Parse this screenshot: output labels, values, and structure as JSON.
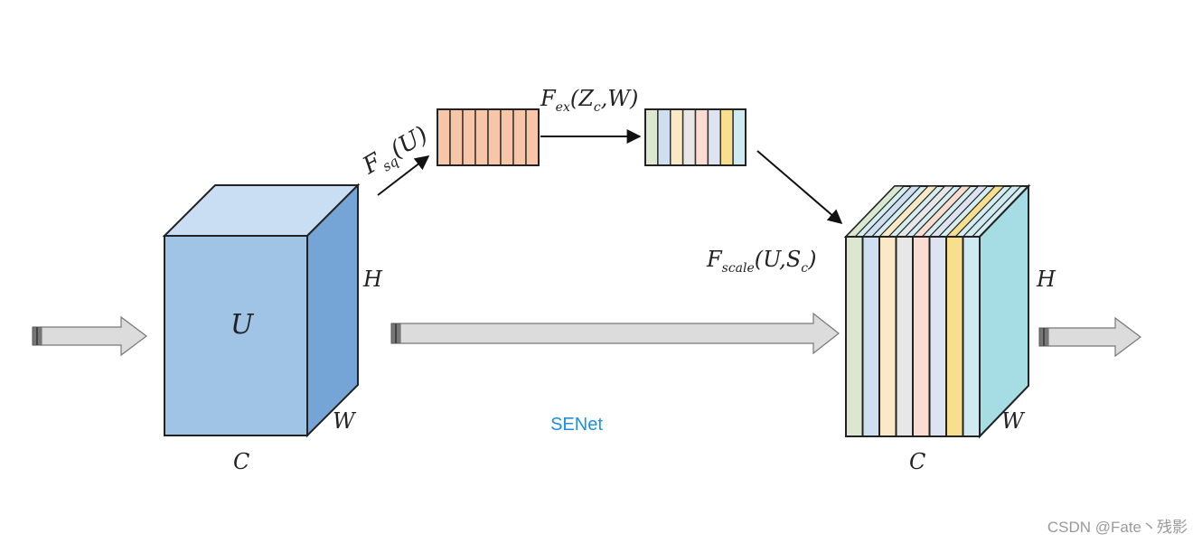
{
  "colors": {
    "cube_front": "#9fc4e6",
    "cube_top": "#c9def2",
    "cube_side": "#74a5d6",
    "squeeze_bar": "#f7c6a8",
    "scaled_top": "#d4eef1",
    "scaled_side": "#a6dce4",
    "arrow_fill": "#dcdcdc",
    "caption": "#1e8fe1"
  },
  "excite_colors": [
    "#dbe8cf",
    "#cfdff2",
    "#fbe8c4",
    "#e7e7e7",
    "#fbdcd0",
    "#dde3f1",
    "#f9de8d",
    "#cfeaf0"
  ],
  "scaled_slice_colors": [
    "#dbe8cf",
    "#cfdff2",
    "#fbe8c4",
    "#e7e7e7",
    "#fbdcd0",
    "#dde3f1",
    "#f9de8d",
    "#cfeaf0"
  ],
  "labels": {
    "input_tensor": "U",
    "height": "H",
    "width": "W",
    "channels": "C",
    "f_sq_main": "F",
    "f_sq_sub": "sq",
    "f_sq_arg": "(U)",
    "f_ex_main": "F",
    "f_ex_sub": "ex",
    "f_ex_arg_open": "(Z",
    "f_ex_arg_sub": "c",
    "f_ex_arg_close": ",W)",
    "f_scale_main": "F",
    "f_scale_sub": "scale",
    "f_scale_arg_open": "(U,S",
    "f_scale_arg_sub": "c",
    "f_scale_arg_close": ")",
    "output_height": "H",
    "output_width": "W",
    "output_channels": "C"
  },
  "caption": "SENet",
  "watermark": "CSDN @Fate丶残影"
}
